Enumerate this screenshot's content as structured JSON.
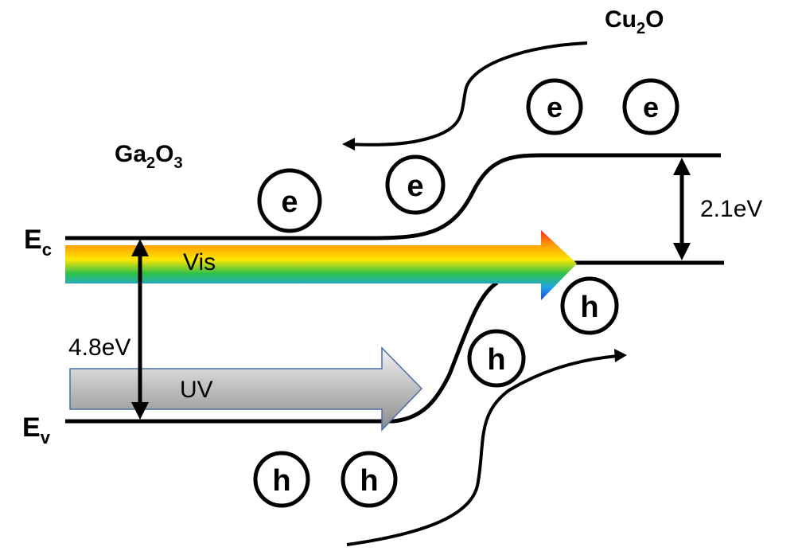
{
  "labels": {
    "cu2o": {
      "main": "Cu",
      "sub": "2",
      "tail": "O"
    },
    "ga2o3": {
      "main": "Ga",
      "sub1": "2",
      "mid": "O",
      "sub2": "3"
    },
    "ec": {
      "main": "E",
      "sub": "c"
    },
    "ev": {
      "main": "E",
      "sub": "v"
    },
    "gap_cu2o": "2.1eV",
    "gap_ga2o3": "4.8eV",
    "vis": "Vis",
    "uv": "UV",
    "electron": "e",
    "hole": "h"
  },
  "colors": {
    "line": "#000000",
    "uv_arrow_fill_top": "#f0f0f0",
    "uv_arrow_fill_bottom": "#8a8a8a",
    "uv_arrow_stroke": "#4a6fa5",
    "spectrum": [
      "#ff2a2a",
      "#ffa000",
      "#ffe600",
      "#2ec14a",
      "#1fa3e8",
      "#1c3fd1"
    ]
  }
}
